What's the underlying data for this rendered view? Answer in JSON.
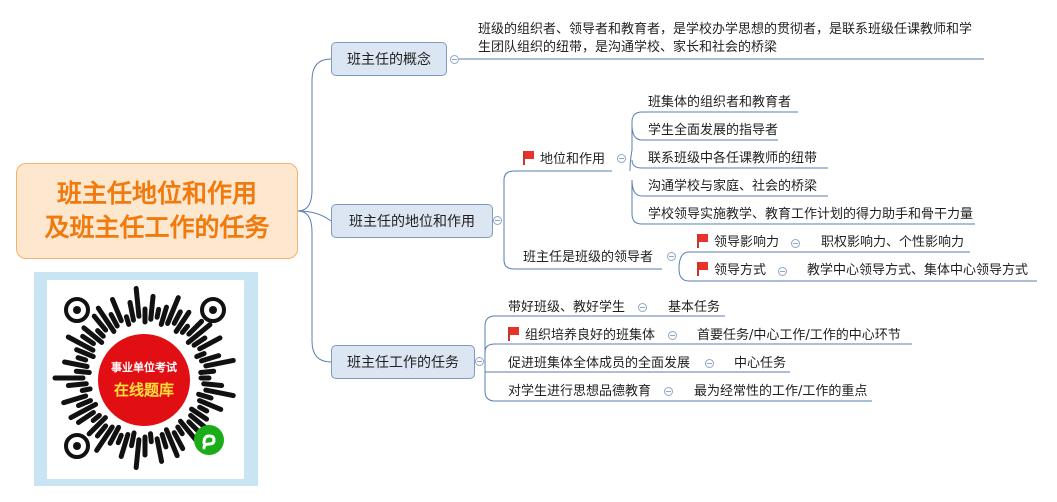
{
  "root": {
    "line1": "班主任地位和作用",
    "line2": "及班主任工作的任务"
  },
  "branches": [
    {
      "label": "班主任的概念",
      "note_line1": "班级的组织者、领导者和教育者，是学校办学思想的贯彻者，是联系班级任课教师和学",
      "note_line2": "生团队组织的纽带，是沟通学校、家长和社会的桥梁"
    },
    {
      "label": "班主任的地位和作用",
      "sub": [
        {
          "label": "地位和作用",
          "items": [
            "班集体的组织者和教育者",
            "学生全面发展的指导者",
            "联系班级中各任课教师的纽带",
            "沟通学校与家庭、社会的桥梁",
            "学校领导实施教学、教育工作计划的得力助手和骨干力量"
          ]
        },
        {
          "label": "班主任是班级的领导者",
          "items": [
            {
              "label": "领导影响力",
              "detail": "职权影响力、个性影响力"
            },
            {
              "label": "领导方式",
              "detail": "教学中心领导方式、集体中心领导方式"
            }
          ]
        }
      ]
    },
    {
      "label": "班主任工作的任务",
      "items": [
        {
          "label": "带好班级、教好学生",
          "detail": "基本任务"
        },
        {
          "label": "组织培养良好的班集体",
          "detail": "首要任务/中心工作/工作的中心环节"
        },
        {
          "label": "促进班集体全体成员的全面发展",
          "detail": "中心任务"
        },
        {
          "label": "对学生进行思想品德教育",
          "detail": "最为经常性的工作/工作的重点"
        }
      ]
    }
  ],
  "qr": {
    "badge_line1": "事业单位考试",
    "badge_line2": "在线题库"
  },
  "colors": {
    "root_fill": "#fde7cf",
    "root_text": "#f07a0c",
    "branch_fill": "#dce6f2",
    "line": "#5b7fb0",
    "flag": "#e8322b"
  }
}
